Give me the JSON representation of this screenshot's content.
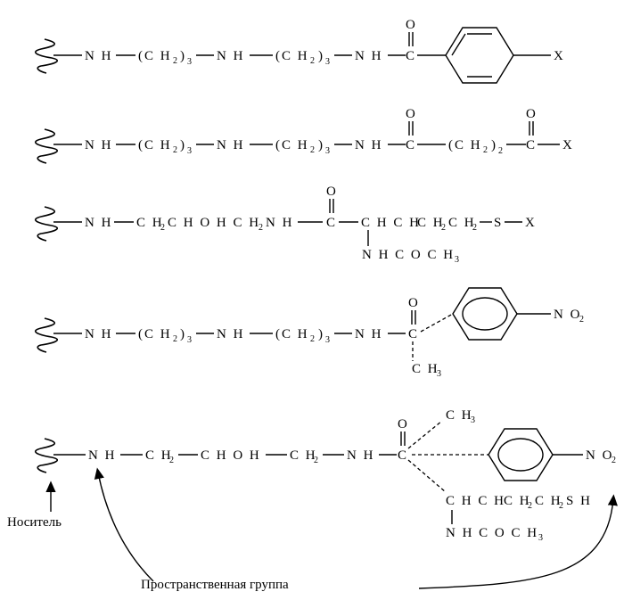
{
  "rows": [
    {
      "nh1": "N H",
      "ch2a": "(C H",
      "ch2a_close": ")",
      "sub3": "3",
      "nh2": "N H",
      "ch2b": "(C H",
      "ch2b_close": ")",
      "nh3": "N H",
      "o": "O",
      "c": "C",
      "x": "X",
      "sub2": "2"
    },
    {
      "nh1": "N H",
      "ch2a": "(C H",
      "ch2a_close": ")",
      "sub3": "3",
      "nh2": "N H",
      "ch2b": "(C H",
      "ch2b_close": ")",
      "nh3": "N H",
      "o1": "O",
      "c1": "C",
      "ch2c": "(C H",
      "ch2c_close": ")",
      "sub2": "2",
      "o2": "O",
      "c2": "C",
      "x": "X"
    },
    {
      "nh": "N H",
      "chain": "C H",
      "sub2": "2",
      "chohch": "C H O H C H",
      "nh2": "N H",
      "o": "O",
      "c": "C",
      "chch": "C H C H",
      "ch2": "C H",
      "ch2b": "C H",
      "s": "S",
      "x": "X",
      "nhcoch": "N H C O C H",
      "sub3": "3"
    },
    {
      "nh1": "N H",
      "ch2a": "(C H",
      "ch2a_close": ")",
      "sub3": "3",
      "nh2": "N H",
      "ch2b": "(C H",
      "ch2b_close": ")",
      "nh3": "N H",
      "o": "O",
      "c": "C",
      "no": "N O",
      "sub2": "2",
      "ch3": "C H",
      "ch3_sub": "3"
    },
    {
      "nh1": "N H",
      "ch2a": "C H",
      "sub2": "2",
      "choh": "C H O H",
      "ch2b": "C H",
      "nh2": "N H",
      "o": "O",
      "c": "C",
      "ch3": "C H",
      "ch3_sub": "3",
      "no": "N O",
      "chch": "C H C H",
      "ch2sh_a": "C H",
      "sh": "S H",
      "nhcoch": "N H C O C H"
    }
  ],
  "labels": {
    "carrier": "Носитель",
    "spacer": "Пространственная группа"
  }
}
